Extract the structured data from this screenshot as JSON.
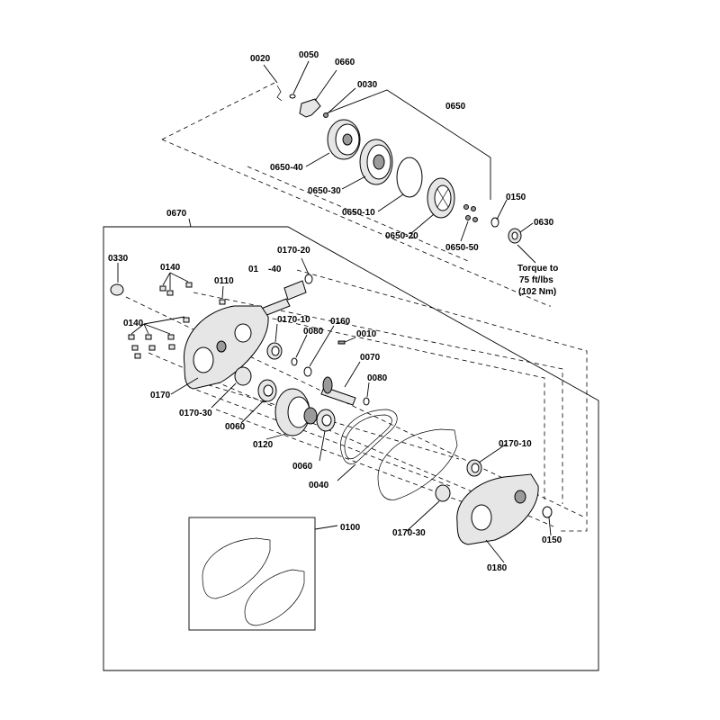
{
  "labels": {
    "p0020": "0020",
    "p0050": "0050",
    "p0660": "0660",
    "p0030": "0030",
    "p0650": "0650",
    "p0650_40": "0650-40",
    "p0650_30": "0650-30",
    "p0650_10": "0650-10",
    "p0650_20": "0650-20",
    "p0650_50": "0650-50",
    "p0150_top": "0150",
    "p0630": "0630",
    "p0670": "0670",
    "p0330": "0330",
    "p0140_a": "0140",
    "p0140_b": "0140",
    "p0110": "0110",
    "p01": "01",
    "p40": "-40",
    "p0170_20": "0170-20",
    "p0170_10_a": "0170-10",
    "p0080_a": "0080",
    "p0160": "0160",
    "p0010": "0010",
    "p0070": "0070",
    "p0080_b": "0080",
    "p0170": "0170",
    "p0170_30_a": "0170-30",
    "p0060_a": "0060",
    "p0120": "0120",
    "p0060_b": "0060",
    "p0040": "0040",
    "p0170_10_b": "0170-10",
    "p0100": "0100",
    "p0170_30_b": "0170-30",
    "p0150_bottom": "0150",
    "p0180": "0180"
  },
  "torque_note": {
    "line1": "Torque to",
    "line2": "75 ft/lbs",
    "line3": "(102 Nm)"
  }
}
